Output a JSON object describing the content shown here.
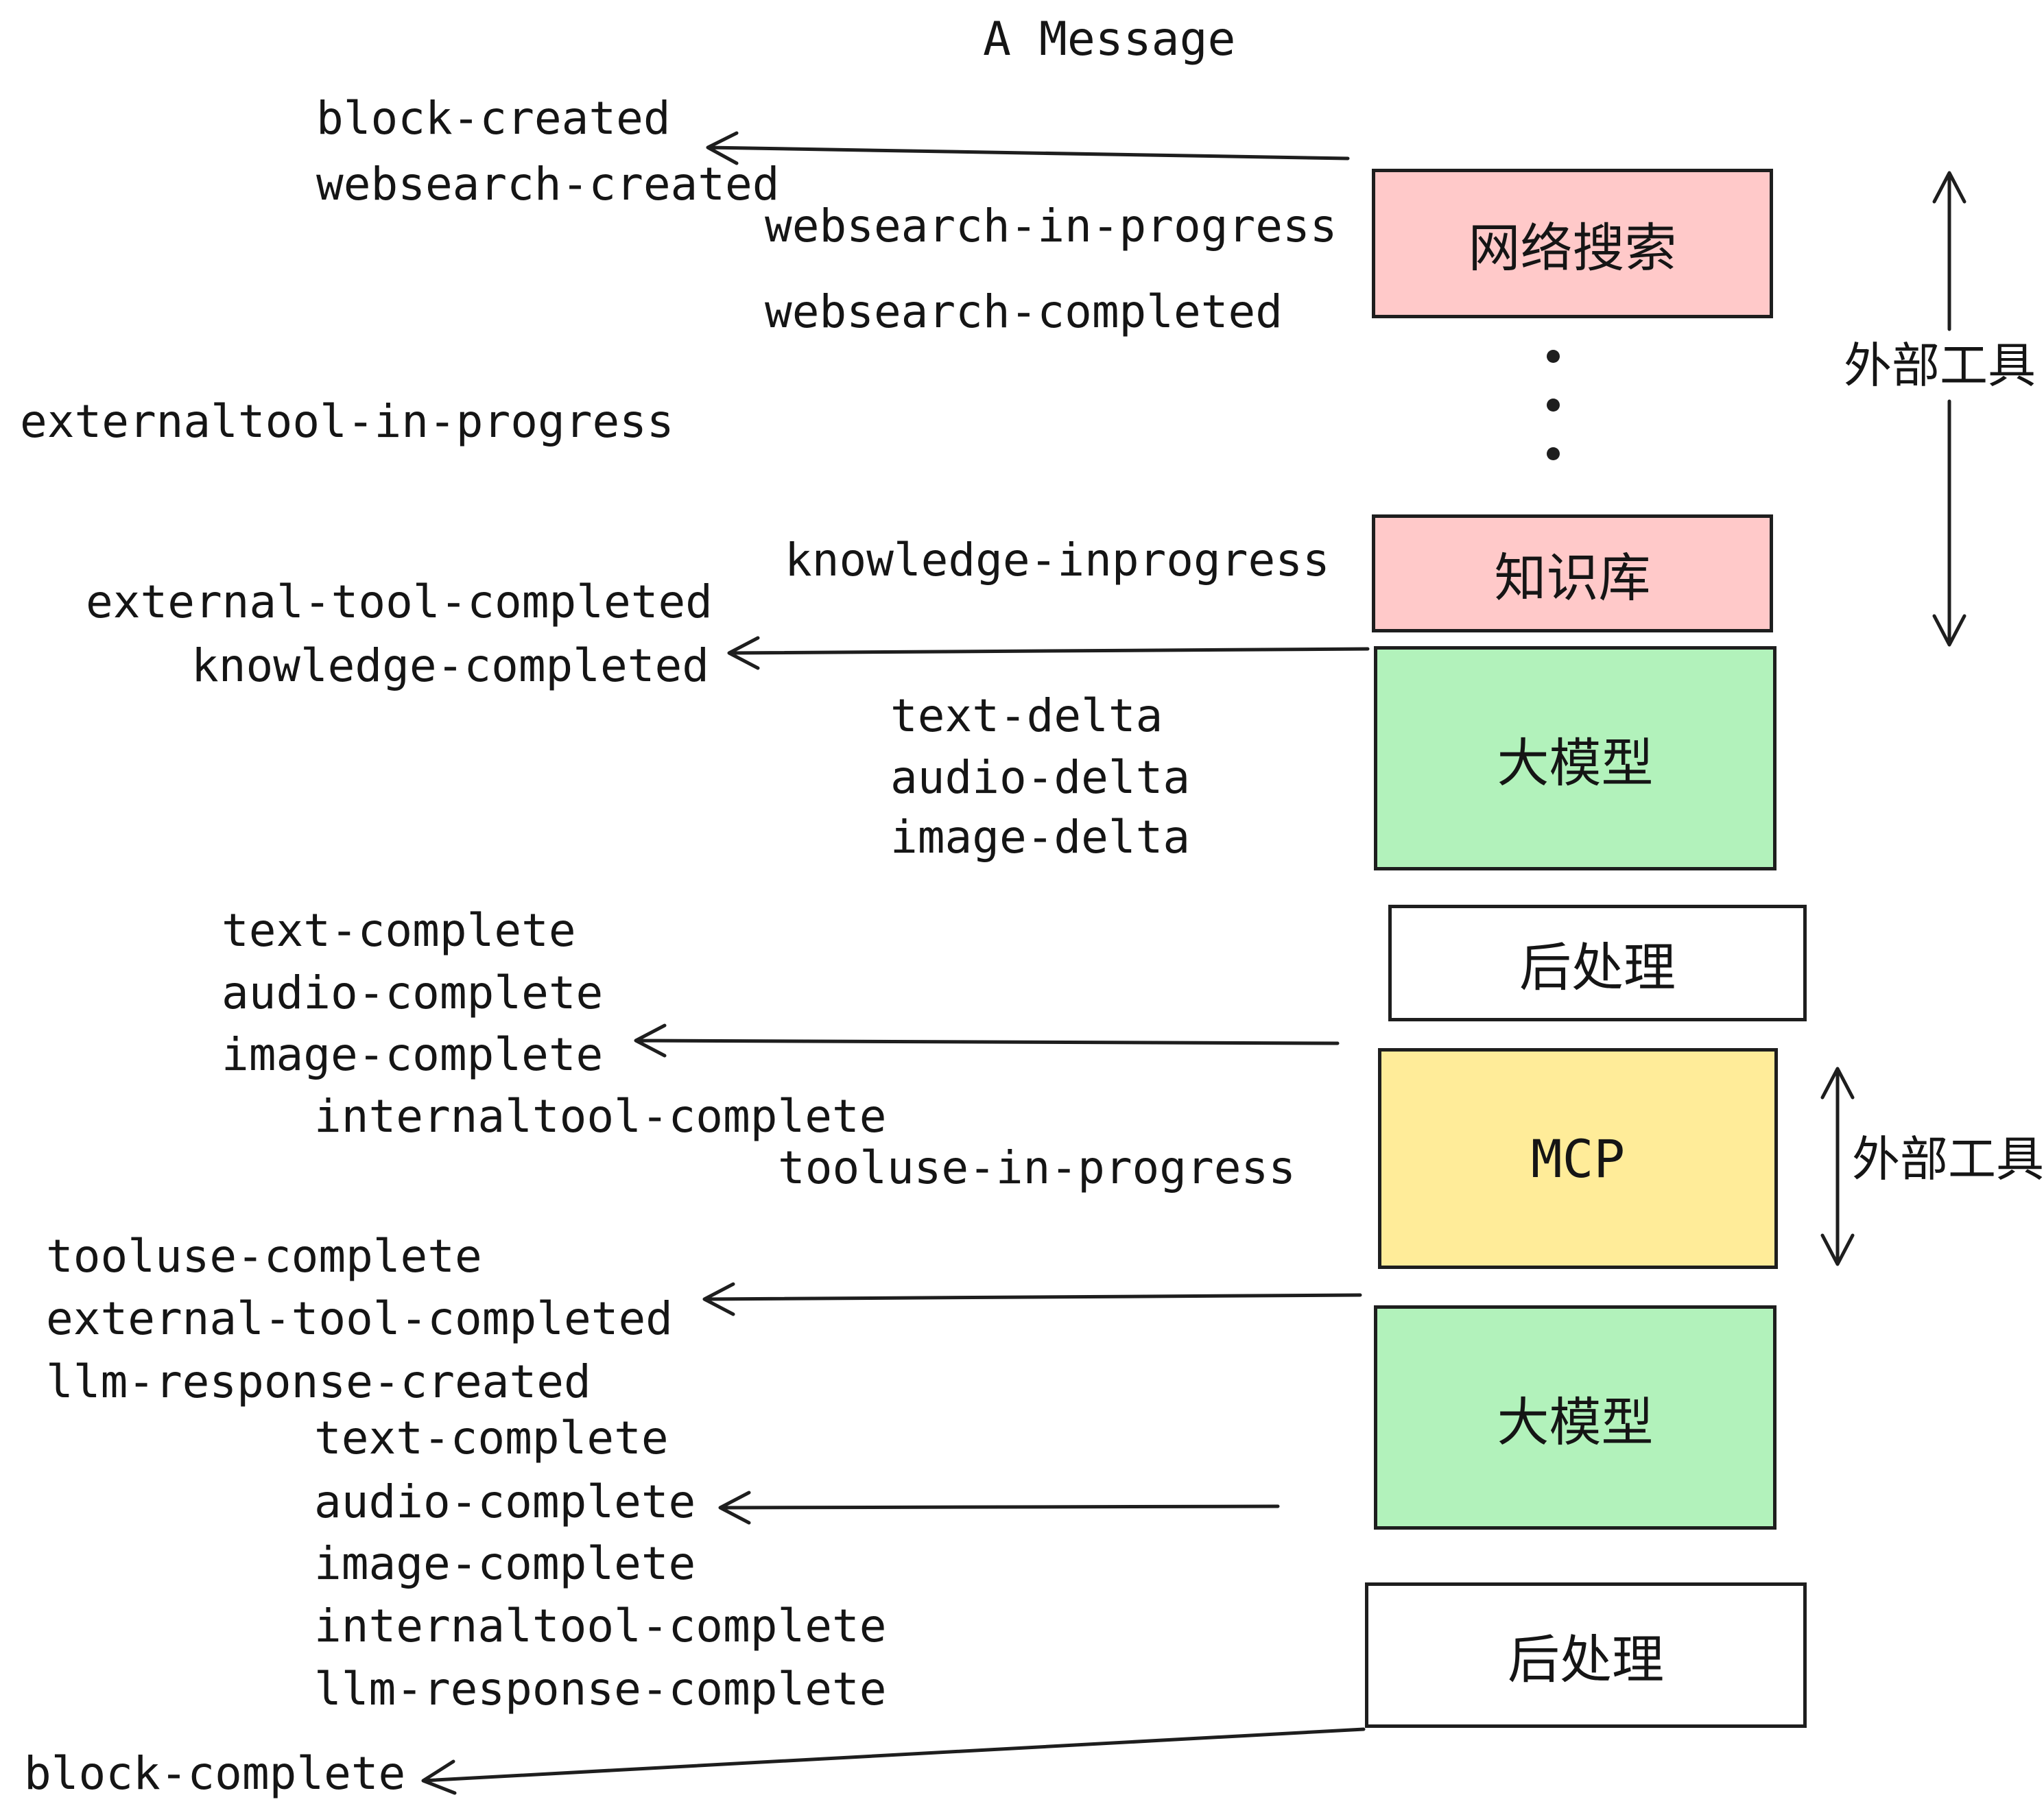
{
  "title": "A Message",
  "colors": {
    "pink": "#ffc9c9",
    "green": "#b2f2bb",
    "yellow": "#ffec99",
    "white": "#ffffff",
    "stroke": "#1e1e1e"
  },
  "boxes": [
    {
      "label": "网络搜索",
      "fill": "#ffc9c9"
    },
    {
      "label": "知识库",
      "fill": "#ffc9c9"
    },
    {
      "label": "大模型",
      "fill": "#b2f2bb"
    },
    {
      "label": "后处理",
      "fill": "#ffffff"
    },
    {
      "label": "MCP",
      "fill": "#ffec99"
    },
    {
      "label": "大模型",
      "fill": "#b2f2bb"
    },
    {
      "label": "后处理",
      "fill": "#ffffff"
    }
  ],
  "events": [
    "block-created",
    "websearch-created",
    "websearch-in-progress",
    "websearch-completed",
    "externaltool-in-progress",
    "knowledge-inprogress",
    "external-tool-completed",
    "knowledge-completed",
    "text-delta",
    "audio-delta",
    "image-delta",
    "text-complete",
    "audio-complete",
    "image-complete",
    "internaltool-complete",
    "tooluse-in-progress",
    "tooluse-complete",
    "external-tool-completed",
    "llm-response-created",
    "text-complete",
    "audio-complete",
    "image-complete",
    "internaltool-complete",
    "llm-response-complete",
    "block-complete"
  ],
  "annotations": {
    "external_tools_upper": "外部工具",
    "external_tools_lower": "外部工具"
  }
}
